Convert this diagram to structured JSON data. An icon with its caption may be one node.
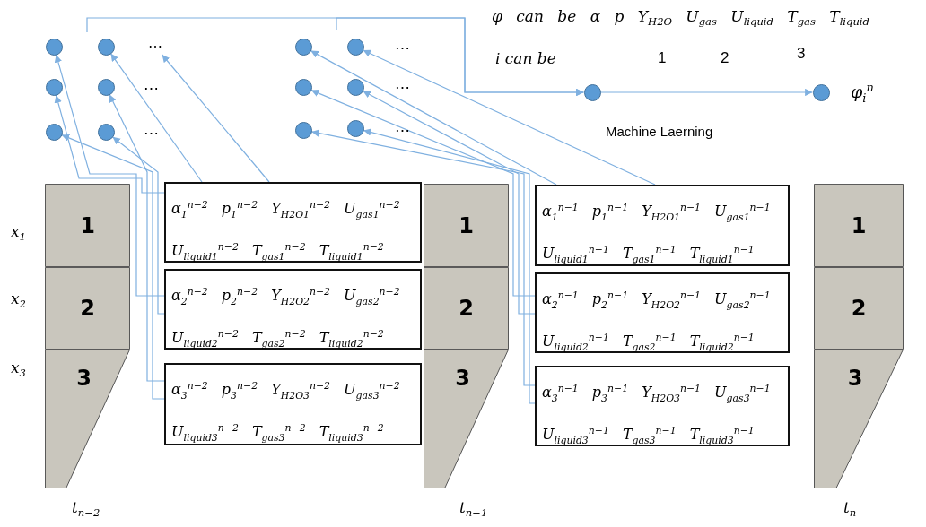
{
  "diagram": {
    "nodes": [
      {
        "text": [],
        "shape": "circle"
      },
      {
        "text": [],
        "shape": "circle"
      },
      {
        "text": [
          "⋯"
        ]
      },
      {
        "text": [],
        "shape": "circle"
      },
      {
        "text": [],
        "shape": "circle"
      },
      {
        "text": [],
        "shape": "circle"
      },
      {
        "text": [],
        "shape": "circle"
      },
      {
        "text": [],
        "shape": "circle"
      },
      {
        "text": [],
        "shape": "circle"
      },
      {
        "text": [],
        "shape": "circle"
      },
      {
        "text": [],
        "shape": "circle"
      },
      {
        "text": [],
        "shape": "circle"
      },
      {
        "text": [],
        "shape": "circle"
      },
      {
        "text": [],
        "shape": "circle"
      },
      {
        "text": [],
        "shape": "circle",
        "beside": [
          "φ$_{i}$$^{n}$"
        ]
      },
      {
        "text": [
          "1"
        ]
      },
      {
        "text": [
          "α$_{1}$$^{n−2}$ p$_{1}$$^{n−2}$ Y$_{H2O1}$$^{n−2}$ U$_{gas1}$$^{n−2}$ U$_{liquid1}$$^{n−2}$ T$_{gas1}$$^{n−2}$ T$_{liquid1}$$^{n−2}$"
        ]
      },
      {
        "text": [
          "1"
        ]
      },
      {
        "text": [
          "α$_{1}$$^{n−1}$ p$_{1}$$^{n−1}$ Y$_{H2O1}$$^{n−1}$ U$_{gas1}$$^{n−1}$ U$_{liquid1}$$^{n−1}$ T$_{gas1}$$^{n−1}$ T$_{liquid1}$$^{n−1}$"
        ]
      },
      {
        "text": [
          "1"
        ]
      },
      {
        "text": [
          "2"
        ]
      },
      {
        "text": [
          "α$_{2}$$^{n−2}$ p$_{2}$$^{n−2}$ Y$_{H2O2}$$^{n−2}$ U$_{gas2}$$^{n−2}$ U$_{liquid2}$$^{n−2}$ T$_{gas2}$$^{n−2}$ T$_{liquid2}$$^{n−2}$"
        ]
      },
      {
        "text": [
          "2"
        ]
      },
      {
        "text": [
          "α$_{2}$$^{n−1}$ p$_{2}$$^{n−1}$ Y$_{H2O2}$$^{n−1}$ U$_{gas2}$$^{n−1}$ U$_{liquid2}$$^{n−1}$ T$_{gas2}$$^{n−1}$ T$_{liquid2}$$^{n−1}$"
        ]
      },
      {
        "text": [
          "2"
        ]
      },
      {
        "text": [
          "3"
        ]
      },
      {
        "text": [
          "α$_{3}$$^{n−2}$ p$_{3}$$^{n−2}$ Y$_{H2O3}$$^{n−2}$ U$_{gas3}$$^{n−2}$ U$_{liquid3}$$^{n−2}$ T$_{gas3}$$^{n−2}$ T$_{liquid3}$$^{n−2}$"
        ]
      },
      {
        "text": [
          "3"
        ]
      },
      {
        "text": [
          "α$_{3}$$^{n−1}$ p$_{3}$$^{n−1}$ Y$_{H2O3}$$^{n−1}$ U$_{gas3}$$^{n−1}$ U$_{liquid3}$$^{n−1}$ T$_{gas3}$$^{n−1}$ T$_{liquid3}$$^{n−1}$"
        ]
      },
      {
        "text": [
          "3"
        ]
      }
    ],
    "edges": [
      {
        "from": null,
        "to": 13,
        "arrow": "to"
      },
      {
        "from": null,
        "to": 13,
        "arrow": "to"
      },
      {
        "from": 13,
        "to": 14,
        "arrow": "to",
        "label": "Machine Laerning"
      },
      {
        "from": 21,
        "to": 0,
        "arrow": "to"
      },
      {
        "from": 16,
        "to": 1,
        "arrow": "to"
      },
      {
        "from": 16,
        "to": 2,
        "arrow": "to"
      },
      {
        "from": 16,
        "to": 5,
        "arrow": "to"
      },
      {
        "from": 26,
        "to": 6,
        "arrow": "to"
      },
      {
        "from": 26,
        "to": 9,
        "arrow": "to"
      },
      {
        "from": 21,
        "to": 10,
        "arrow": "to"
      },
      {
        "from": 18,
        "to": 3,
        "arrow": "to"
      },
      {
        "from": 18,
        "to": 4,
        "arrow": "to"
      },
      {
        "from": 23,
        "to": 7,
        "arrow": "to"
      },
      {
        "from": 23,
        "to": 8,
        "arrow": "to"
      },
      {
        "from": 28,
        "to": 11,
        "arrow": "to"
      },
      {
        "from": 28,
        "to": 12,
        "arrow": "to"
      }
    ],
    "labels": [
      "φ can be α p Y$_{H2O}$ U$_{gas}$ U$_{liquid}$ T$_{gas}$ T$_{liquid}$",
      "i can be",
      "1",
      "2",
      "3",
      "⋯",
      "⋯",
      "⋯",
      "⋯",
      "⋯",
      "x$_{1}$",
      "x$_{2}$",
      "x$_{3}$",
      "t$_{n−2}$",
      "t$_{n−1}$",
      "t$_{n}$"
    ]
  }
}
